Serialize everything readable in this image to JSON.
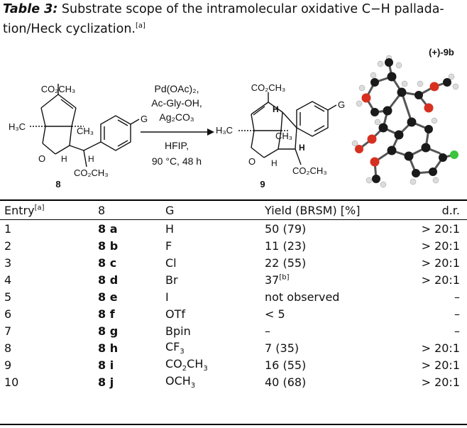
{
  "caption": {
    "label": "Table 3:",
    "text": "Substrate scope of the intramolecular oxidative C−H pallada-tion/Heck cyclization.",
    "footnote_mark": "[a]"
  },
  "scheme": {
    "substrate_label": "8",
    "product_label": "9",
    "crystal_label": "(+)-9b",
    "conditions": [
      "Pd(OAc)₂,",
      "Ac-Gly-OH,",
      "Ag₂CO₃",
      "HFIP,",
      "90 °C, 48 h"
    ],
    "sm_labels": {
      "ester": "CO₂CH₃",
      "me_left": "H₃C",
      "me_right": "CH₃",
      "o": "O",
      "h1": "H",
      "h2": "H",
      "ester2": "CO₂CH₃",
      "g": "G"
    },
    "prod_labels": {
      "ester": "CO₂CH₃",
      "h_top": "H",
      "me_left": "H₃C",
      "me_right": "CH₃",
      "o": "O",
      "h1": "H",
      "h2": "H",
      "ester2": "CO₂CH₃",
      "g": "G"
    }
  },
  "table": {
    "headers": {
      "entry": "Entry",
      "entry_mark": "[a]",
      "sub": "8",
      "g": "G",
      "yield": "Yield (BRSM) [%]",
      "dr": "d.r."
    },
    "rows": [
      {
        "entry": "1",
        "sub": "8 a",
        "g": "H",
        "yield": "50 (79)",
        "dr": "> 20:1"
      },
      {
        "entry": "2",
        "sub": "8 b",
        "g": "F",
        "yield": "11 (23)",
        "dr": "> 20:1"
      },
      {
        "entry": "3",
        "sub": "8 c",
        "g": "Cl",
        "yield": "22 (55)",
        "dr": "> 20:1"
      },
      {
        "entry": "4",
        "sub": "8 d",
        "g": "Br",
        "yield": "37",
        "yield_mark": "[b]",
        "dr": "> 20:1"
      },
      {
        "entry": "5",
        "sub": "8 e",
        "g": "I",
        "yield": "not observed",
        "dr": "–"
      },
      {
        "entry": "6",
        "sub": "8 f",
        "g": "OTf",
        "yield": "< 5",
        "dr": "–"
      },
      {
        "entry": "7",
        "sub": "8 g",
        "g": "Bpin",
        "yield": "–",
        "dr": "–"
      },
      {
        "entry": "8",
        "sub": "8 h",
        "g_main": "CF",
        "g_sub": "3",
        "yield": "7 (35)",
        "dr": "> 20:1"
      },
      {
        "entry": "9",
        "sub": "8 i",
        "g_main": "CO",
        "g_sub": "2",
        "g_main2": "CH",
        "g_sub2": "3",
        "yield": "16 (55)",
        "dr": "> 20:1"
      },
      {
        "entry": "10",
        "sub": "8 j",
        "g_main": "OCH",
        "g_sub": "3",
        "yield": "40 (68)",
        "dr": "> 20:1"
      }
    ]
  },
  "colors": {
    "carbon": "#1a1a1a",
    "oxygen": "#d83020",
    "hydrogen": "#dcdcdc",
    "halogen": "#3cc43c"
  }
}
